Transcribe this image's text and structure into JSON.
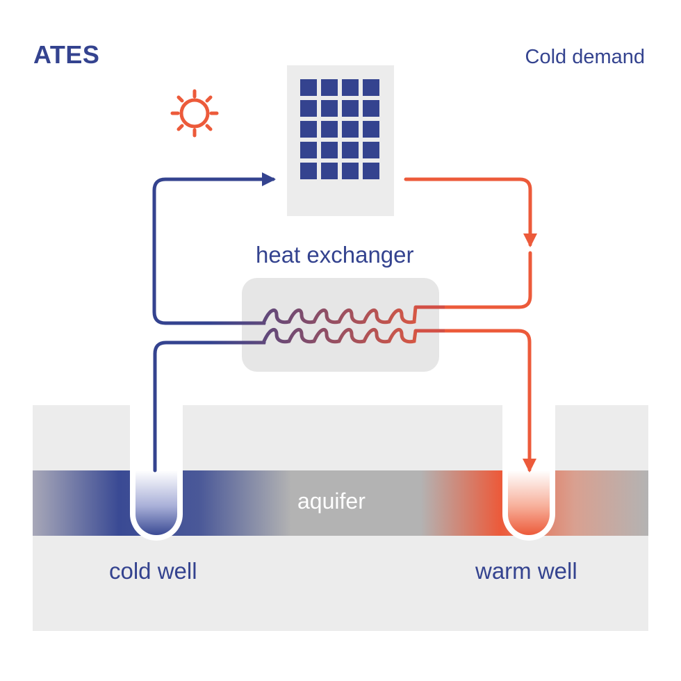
{
  "diagram": {
    "title": "ATES",
    "mode_label": "Cold demand",
    "labels": {
      "heat_exchanger": "heat exchanger",
      "aquifer": "aquifer",
      "cold_well": "cold well",
      "warm_well": "warm well"
    },
    "icons": {
      "sun": "sun-icon",
      "building": "building-icon"
    },
    "colors": {
      "cold": "#34438f",
      "warm": "#ec5a3a",
      "aquifer_gray": "#b3b3b3",
      "ground": "#ececec",
      "exchanger_box": "#e6e6e6"
    }
  }
}
